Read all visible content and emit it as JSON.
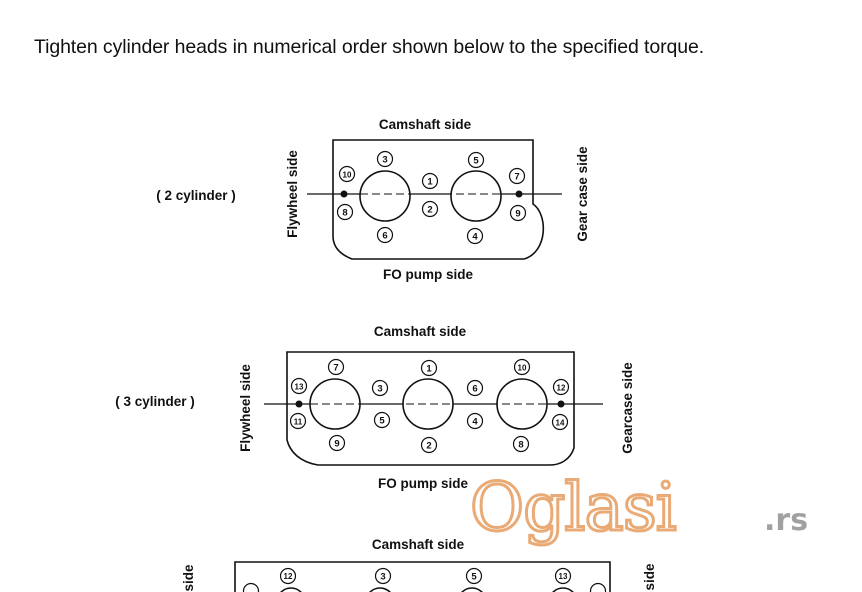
{
  "heading": "Tighten cylinder heads in numerical order shown below to the specified torque.",
  "diagrams": [
    {
      "variant": "( 2 cylinder )",
      "top": "Camshaft side",
      "bottom": "FO pump side",
      "left": "Flywheel side",
      "right": "Gear case side",
      "bolts": [
        "1",
        "2",
        "3",
        "4",
        "5",
        "6",
        "7",
        "8",
        "9",
        "10"
      ]
    },
    {
      "variant": "( 3 cylinder )",
      "top": "Camshaft side",
      "bottom": "FO pump side",
      "left": "Flywheel side",
      "right": "Gearcase side",
      "bolts": [
        "1",
        "2",
        "3",
        "4",
        "5",
        "6",
        "7",
        "8",
        "9",
        "10",
        "11",
        "12",
        "13",
        "14"
      ]
    },
    {
      "top": "Camshaft side",
      "left": "side",
      "right": "side",
      "bolts": [
        "12",
        "3",
        "5",
        "13"
      ]
    }
  ],
  "watermark": {
    "brand": "Oglasi",
    "suffix": ".rs",
    "color": "#e8a36a"
  }
}
